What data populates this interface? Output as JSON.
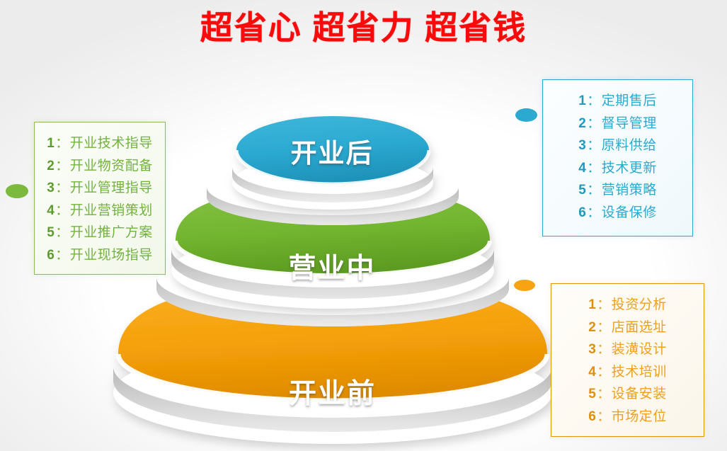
{
  "title": "超省心 超省力 超省钱",
  "pyramid": {
    "layers": [
      {
        "id": "top",
        "label": "开业后",
        "color": "#2ba9d1"
      },
      {
        "id": "middle",
        "label": "营业中",
        "color": "#72b52f"
      },
      {
        "id": "bottom",
        "label": "开业前",
        "color": "#f5a009"
      }
    ]
  },
  "boxes": {
    "left": {
      "accent": "#8cbb4f",
      "items": [
        {
          "num": "1",
          "sep": "：",
          "text": "开业技术指导"
        },
        {
          "num": "2",
          "sep": "：",
          "text": "开业物资配备"
        },
        {
          "num": "3",
          "sep": "：",
          "text": "开业管理指导"
        },
        {
          "num": "4",
          "sep": "：",
          "text": "开业营销策划"
        },
        {
          "num": "5",
          "sep": "：",
          "text": "开业推广方案"
        },
        {
          "num": "6",
          "sep": "：",
          "text": "开业现场指导"
        }
      ]
    },
    "blue": {
      "accent": "#2ba9d1",
      "items": [
        {
          "num": "1",
          "sep": "：",
          "text": "定期售后"
        },
        {
          "num": "2",
          "sep": "：",
          "text": "督导管理"
        },
        {
          "num": "3",
          "sep": "：",
          "text": "原料供给"
        },
        {
          "num": "4",
          "sep": "：",
          "text": "技术更新"
        },
        {
          "num": "5",
          "sep": "：",
          "text": "营销策略"
        },
        {
          "num": "6",
          "sep": "：",
          "text": "设备保修"
        }
      ]
    },
    "orange": {
      "accent": "#e59410",
      "items": [
        {
          "num": "1",
          "sep": "：",
          "text": "投资分析"
        },
        {
          "num": "2",
          "sep": "：",
          "text": "店面选址"
        },
        {
          "num": "3",
          "sep": "：",
          "text": "装潢设计"
        },
        {
          "num": "4",
          "sep": "：",
          "text": "技术培训"
        },
        {
          "num": "5",
          "sep": "：",
          "text": "设备安装"
        },
        {
          "num": "6",
          "sep": "：",
          "text": "市场定位"
        }
      ]
    }
  },
  "connectors": [
    {
      "id": "green-dot",
      "color": "#7cba3e"
    },
    {
      "id": "blue-dot",
      "color": "#2ba9d1"
    },
    {
      "id": "orange-dot",
      "color": "#f8a412"
    }
  ]
}
